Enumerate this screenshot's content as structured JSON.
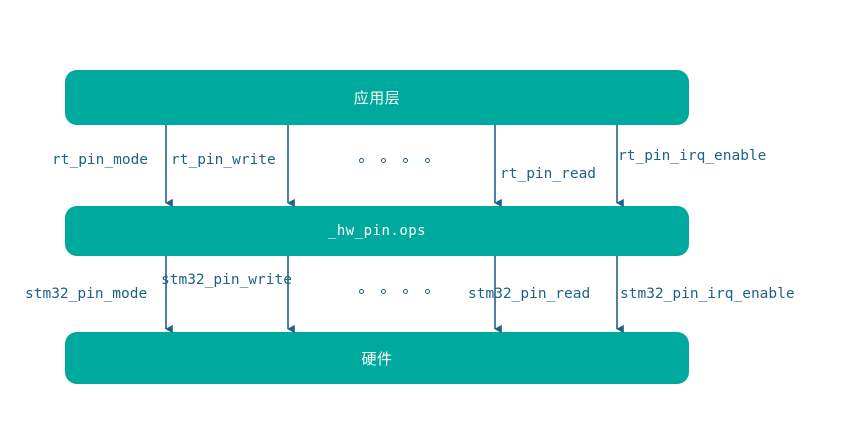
{
  "diagram": {
    "title_alt": "RT-Thread PIN device layered architecture",
    "colors": {
      "box_fill": "#00a99d",
      "box_text": "#ffffff",
      "arrow": "#1f6287",
      "label_text": "#1f6287",
      "background": "#ffffff"
    },
    "layers": [
      {
        "id": "application",
        "label": "应用层",
        "mono": false
      },
      {
        "id": "driver-ops",
        "label": "_hw_pin.ops",
        "mono": true
      },
      {
        "id": "hardware",
        "label": "硬件",
        "mono": false
      }
    ],
    "upper_edges": [
      {
        "label": "rt_pin_mode"
      },
      {
        "label": "rt_pin_write"
      },
      {
        "label": "rt_pin_read"
      },
      {
        "label": "rt_pin_irq_enable"
      }
    ],
    "lower_edges": [
      {
        "label": "stm32_pin_mode"
      },
      {
        "label": "stm32_pin_write"
      },
      {
        "label": "stm32_pin_read"
      },
      {
        "label": "stm32_pin_irq_enable"
      }
    ],
    "ellipsis": {
      "upper": "∘ ∘ ∘ ∘",
      "lower": "∘ ∘ ∘ ∘",
      "dot_count": 4
    }
  }
}
